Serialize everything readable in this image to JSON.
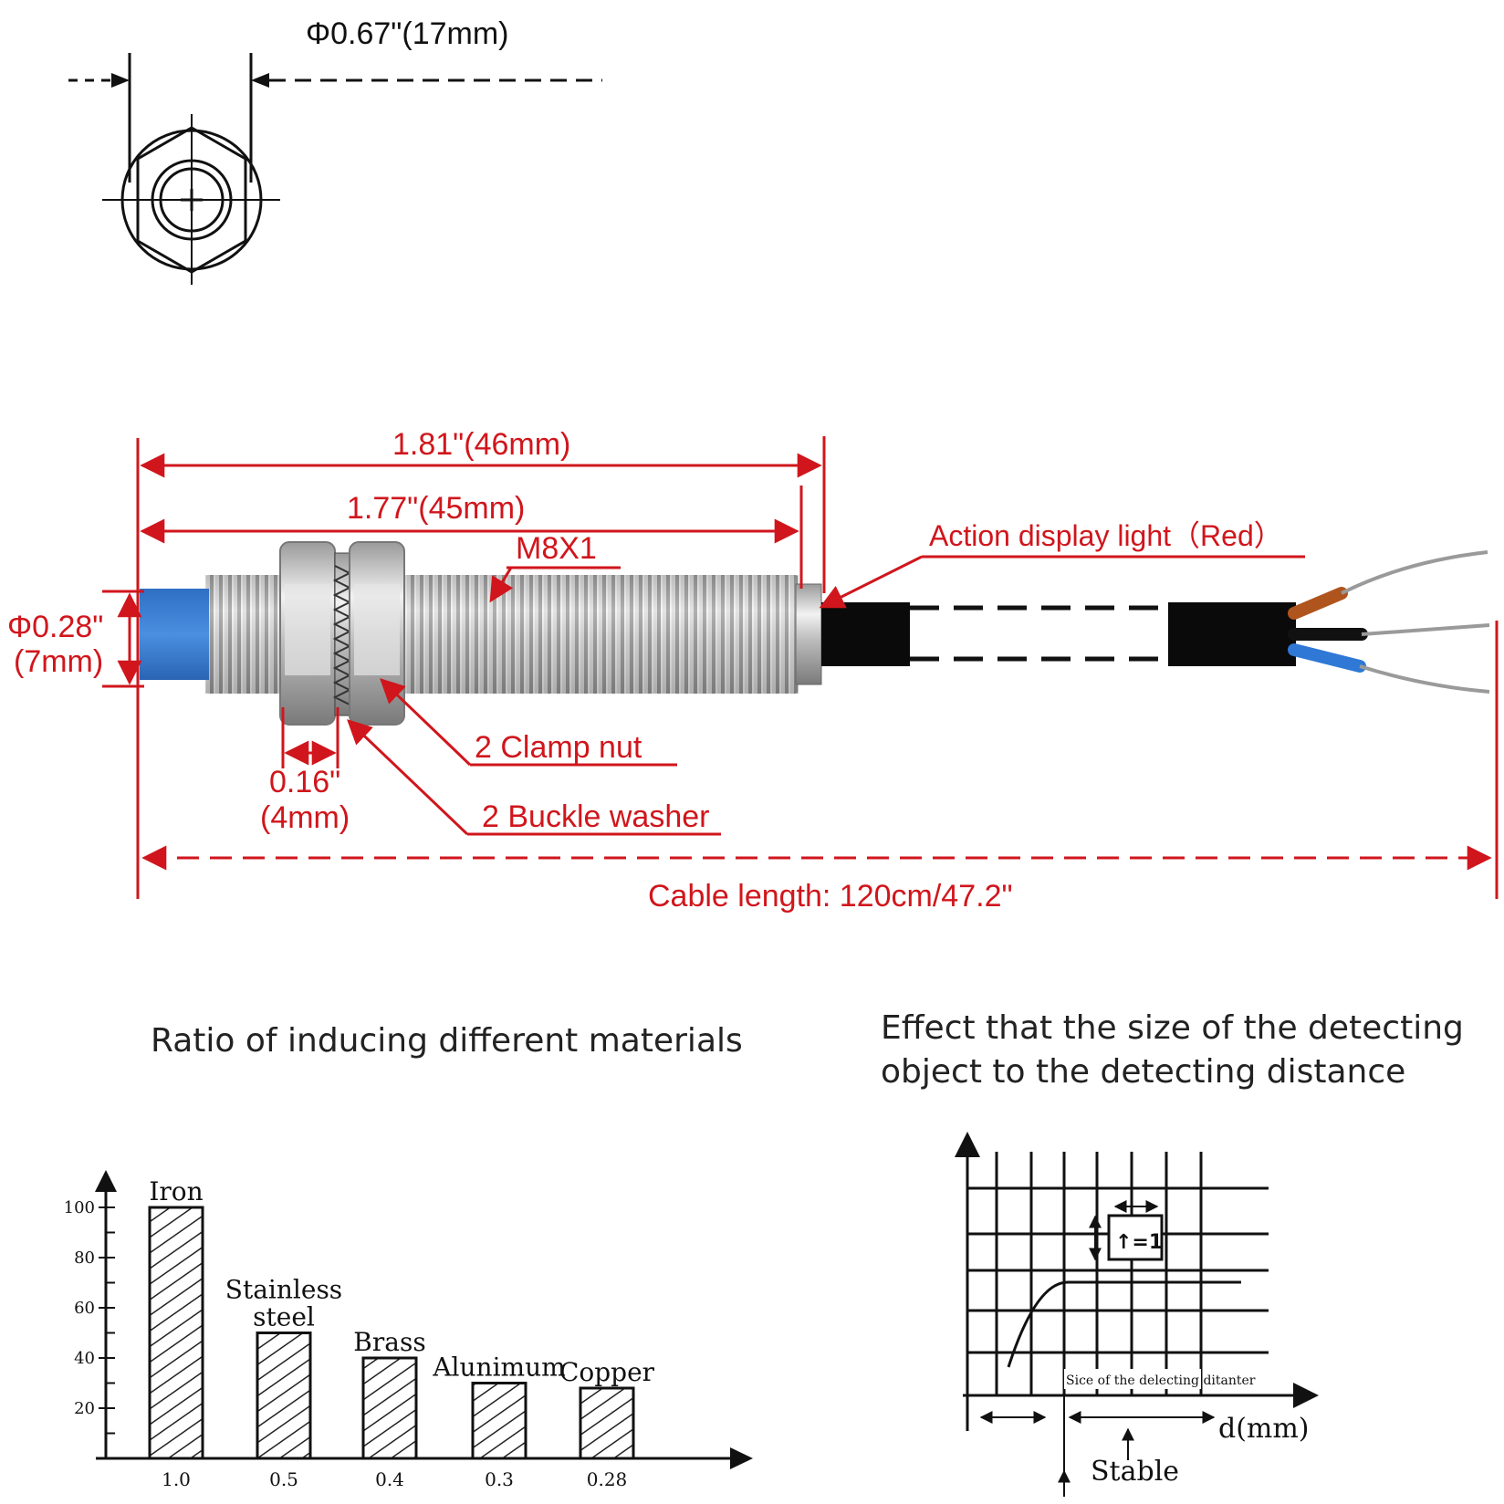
{
  "top_view": {
    "diameter_label": "Φ0.67\"(17mm)"
  },
  "sensor": {
    "length_total": "1.81\"(46mm)",
    "length_thread": "1.77\"(45mm)",
    "thread_spec": "M8X1",
    "light_label": "Action display light（Red）",
    "diameter_inch": "Φ0.28\"",
    "diameter_mm": "(7mm)",
    "nut_thickness_inch": "0.16\"",
    "nut_thickness_mm": "(4mm)",
    "clamp_nut_label": "2 Clamp nut",
    "washer_label": "2 Buckle washer",
    "cable_length": "Cable length: 120cm/47.2\"",
    "colors": {
      "dimension": "#d0161c",
      "cap": "#3a7fd0"
    }
  },
  "material_chart": {
    "title": "Ratio of inducing different materials",
    "chart_data": {
      "type": "bar",
      "title": "Ratio of inducing different materials",
      "categories": [
        "Iron",
        "Stainless steel",
        "Brass",
        "Alunimum",
        "Copper"
      ],
      "category_lines": [
        [
          "Iron"
        ],
        [
          "Stainless",
          "steel"
        ],
        [
          "Brass"
        ],
        [
          "Alunimum"
        ],
        [
          "Copper"
        ]
      ],
      "values": [
        100,
        50,
        40,
        30,
        28
      ],
      "x_tick_labels": [
        "1.0",
        "0.5",
        "0.4",
        "0.3",
        "0.28"
      ],
      "y_ticks": [
        20,
        40,
        60,
        80,
        100
      ],
      "ylim": [
        0,
        110
      ],
      "grid": false
    }
  },
  "distance_chart": {
    "title_line1": "Effect that the size of the detecting",
    "title_line2": "object to the detecting distance",
    "box_label": "↑=1",
    "inner_label": "Sice of the delecting ditanter",
    "x_label": "d(mm)",
    "stable_label": "Stable"
  }
}
